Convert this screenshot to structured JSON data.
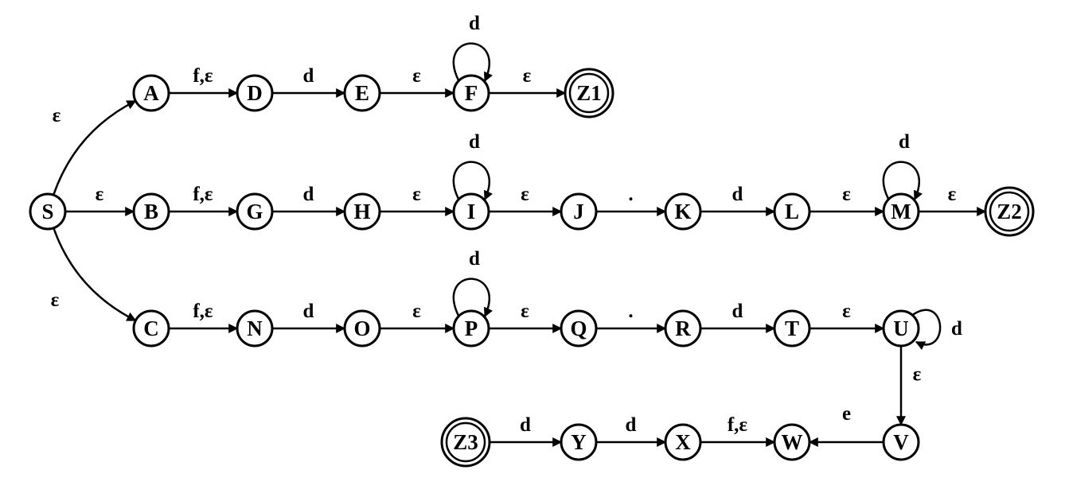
{
  "diagram": {
    "type": "state-machine",
    "nodes": [
      {
        "id": "S",
        "label": "S",
        "accepting": false
      },
      {
        "id": "A",
        "label": "A",
        "accepting": false
      },
      {
        "id": "B",
        "label": "B",
        "accepting": false
      },
      {
        "id": "C",
        "label": "C",
        "accepting": false
      },
      {
        "id": "D",
        "label": "D",
        "accepting": false
      },
      {
        "id": "E",
        "label": "E",
        "accepting": false
      },
      {
        "id": "F",
        "label": "F",
        "accepting": false
      },
      {
        "id": "Z1",
        "label": "Z1",
        "accepting": true
      },
      {
        "id": "G",
        "label": "G",
        "accepting": false
      },
      {
        "id": "H",
        "label": "H",
        "accepting": false
      },
      {
        "id": "I",
        "label": "I",
        "accepting": false
      },
      {
        "id": "J",
        "label": "J",
        "accepting": false
      },
      {
        "id": "K",
        "label": "K",
        "accepting": false
      },
      {
        "id": "L",
        "label": "L",
        "accepting": false
      },
      {
        "id": "M",
        "label": "M",
        "accepting": false
      },
      {
        "id": "Z2",
        "label": "Z2",
        "accepting": true
      },
      {
        "id": "N",
        "label": "N",
        "accepting": false
      },
      {
        "id": "O",
        "label": "O",
        "accepting": false
      },
      {
        "id": "P",
        "label": "P",
        "accepting": false
      },
      {
        "id": "Q",
        "label": "Q",
        "accepting": false
      },
      {
        "id": "R",
        "label": "R",
        "accepting": false
      },
      {
        "id": "T",
        "label": "T",
        "accepting": false
      },
      {
        "id": "U",
        "label": "U",
        "accepting": false
      },
      {
        "id": "V",
        "label": "V",
        "accepting": false
      },
      {
        "id": "W",
        "label": "W",
        "accepting": false
      },
      {
        "id": "X",
        "label": "X",
        "accepting": false
      },
      {
        "id": "Y",
        "label": "Y",
        "accepting": false
      },
      {
        "id": "Z3",
        "label": "Z3",
        "accepting": true
      }
    ],
    "edges": [
      {
        "from": "S",
        "to": "A",
        "label": "ε"
      },
      {
        "from": "S",
        "to": "B",
        "label": "ε"
      },
      {
        "from": "S",
        "to": "C",
        "label": "ε"
      },
      {
        "from": "A",
        "to": "D",
        "label": "f,ε"
      },
      {
        "from": "D",
        "to": "E",
        "label": "d"
      },
      {
        "from": "E",
        "to": "F",
        "label": "ε"
      },
      {
        "from": "F",
        "to": "F",
        "label": "d"
      },
      {
        "from": "F",
        "to": "Z1",
        "label": "ε"
      },
      {
        "from": "B",
        "to": "G",
        "label": "f,ε"
      },
      {
        "from": "G",
        "to": "H",
        "label": "d"
      },
      {
        "from": "H",
        "to": "I",
        "label": "ε"
      },
      {
        "from": "I",
        "to": "I",
        "label": "d"
      },
      {
        "from": "I",
        "to": "J",
        "label": "ε"
      },
      {
        "from": "J",
        "to": "K",
        "label": "."
      },
      {
        "from": "K",
        "to": "L",
        "label": "d"
      },
      {
        "from": "L",
        "to": "M",
        "label": "ε"
      },
      {
        "from": "M",
        "to": "M",
        "label": "d"
      },
      {
        "from": "M",
        "to": "Z2",
        "label": "ε"
      },
      {
        "from": "C",
        "to": "N",
        "label": "f,ε"
      },
      {
        "from": "N",
        "to": "O",
        "label": "d"
      },
      {
        "from": "O",
        "to": "P",
        "label": "ε"
      },
      {
        "from": "P",
        "to": "P",
        "label": "d"
      },
      {
        "from": "P",
        "to": "Q",
        "label": "ε"
      },
      {
        "from": "Q",
        "to": "R",
        "label": "."
      },
      {
        "from": "R",
        "to": "T",
        "label": "d"
      },
      {
        "from": "T",
        "to": "U",
        "label": "ε"
      },
      {
        "from": "U",
        "to": "U",
        "label": "d"
      },
      {
        "from": "U",
        "to": "V",
        "label": "ε"
      },
      {
        "from": "V",
        "to": "W",
        "label": "e"
      },
      {
        "from": "X",
        "to": "W",
        "label": "f,ε"
      },
      {
        "from": "Y",
        "to": "X",
        "label": "d"
      },
      {
        "from": "Z3",
        "to": "Y",
        "label": "d"
      }
    ]
  }
}
